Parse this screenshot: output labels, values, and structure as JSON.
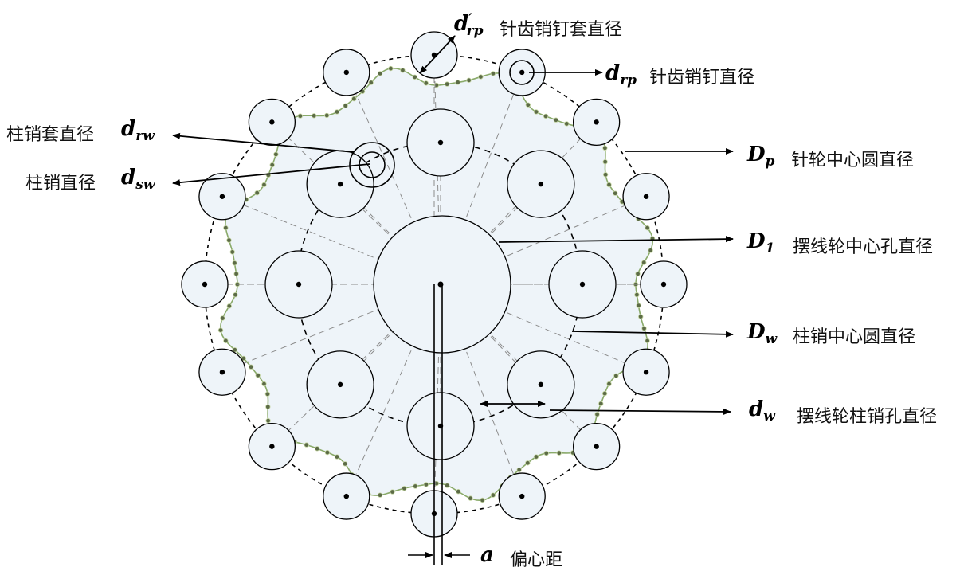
{
  "labels": {
    "d_rp_prime": {
      "symbol": "d",
      "sup": "′",
      "sub": "rp",
      "text": "针齿销钉套直径"
    },
    "d_rp": {
      "symbol": "d",
      "sub": "rp",
      "text": "针齿销钉直径"
    },
    "d_rw": {
      "symbol": "d",
      "sub": "rw",
      "text": "柱销套直径"
    },
    "d_sw": {
      "symbol": "d",
      "sub": "sw",
      "text": "柱销直径"
    },
    "D_p": {
      "symbol": "D",
      "sub": "p",
      "text": "针轮中心圆直径"
    },
    "D_1": {
      "symbol": "D",
      "sub": "1",
      "text": "摆线轮中心孔直径"
    },
    "D_w": {
      "symbol": "D",
      "sub": "w",
      "text": "柱销中心圆直径"
    },
    "d_w": {
      "symbol": "d",
      "sub": "w",
      "text": "摆线轮柱销孔直径"
    },
    "a": {
      "symbol": "a",
      "text": "偏心距"
    }
  },
  "colors": {
    "fill": "#eef4f9",
    "profile": "#8aaa6a",
    "line": "#000000",
    "dash": "#8c8c8c"
  }
}
